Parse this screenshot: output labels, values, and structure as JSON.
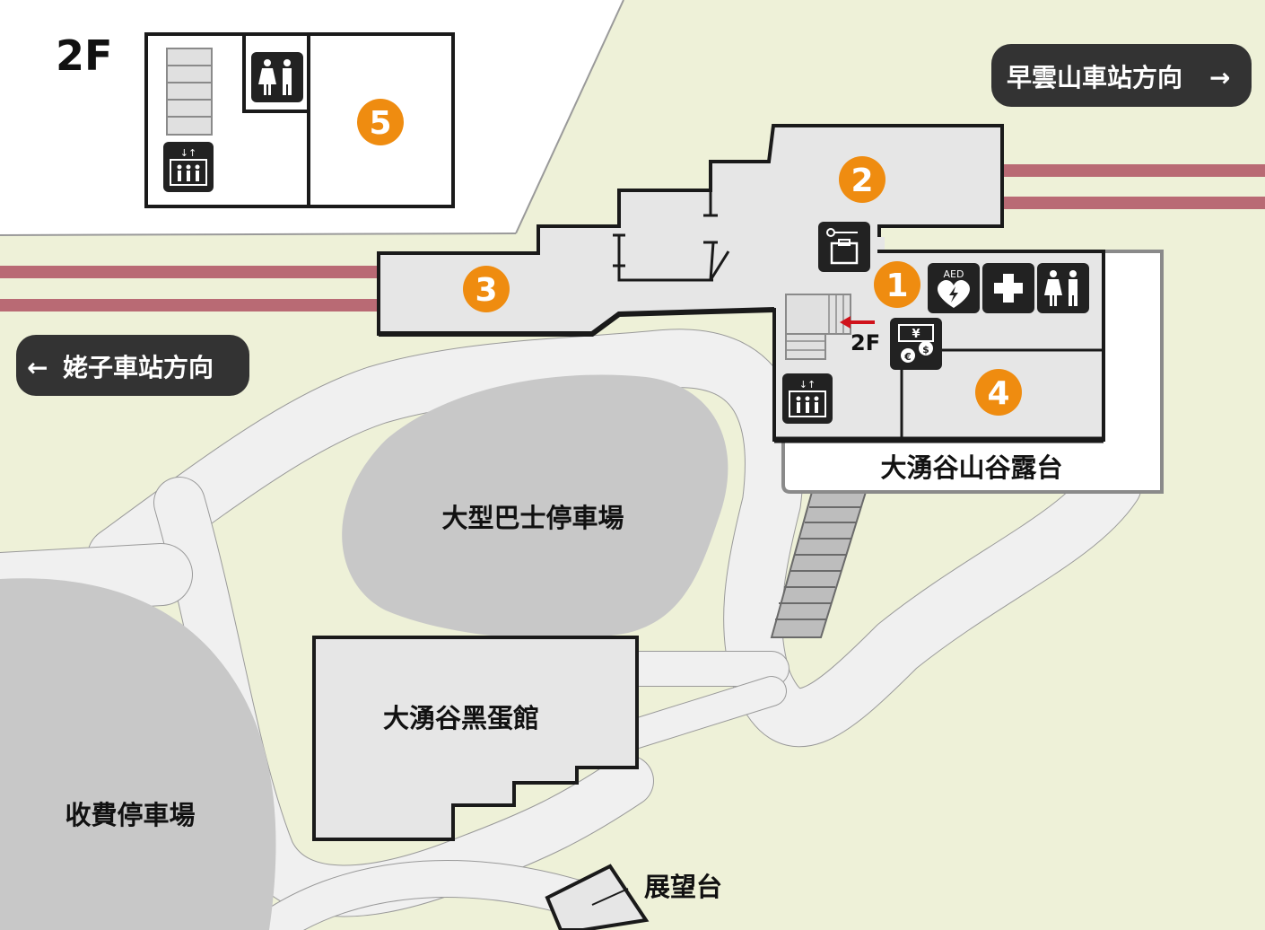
{
  "floor_inset": {
    "floor_label": "2F",
    "marker": "5"
  },
  "directions": {
    "right": {
      "label": "早雲山車站方向",
      "arrow": "→"
    },
    "left": {
      "label": "姥子車站方向",
      "arrow": "←"
    }
  },
  "markers": [
    "1",
    "2",
    "3",
    "4",
    "5"
  ],
  "stairs_label": "2F",
  "places": {
    "terrace": "大湧谷山谷露台",
    "bus_parking": "大型巴士停車場",
    "egg_hall": "大湧谷黑蛋館",
    "paid_parking": "收費停車場",
    "observation_deck": "展望台"
  },
  "icons": {
    "aed_text": "AED",
    "currency_yen": "¥",
    "currency_dollar": "$",
    "currency_euro": "€"
  },
  "colors": {
    "background": "#eef1d8",
    "road": "#f0f0f0",
    "building": "#e6e6e6",
    "parking": "#c8c8c8",
    "marker": "#ef8c10",
    "rail": "#b96a74",
    "pill": "#333333",
    "arrow_red": "#d0121b"
  }
}
